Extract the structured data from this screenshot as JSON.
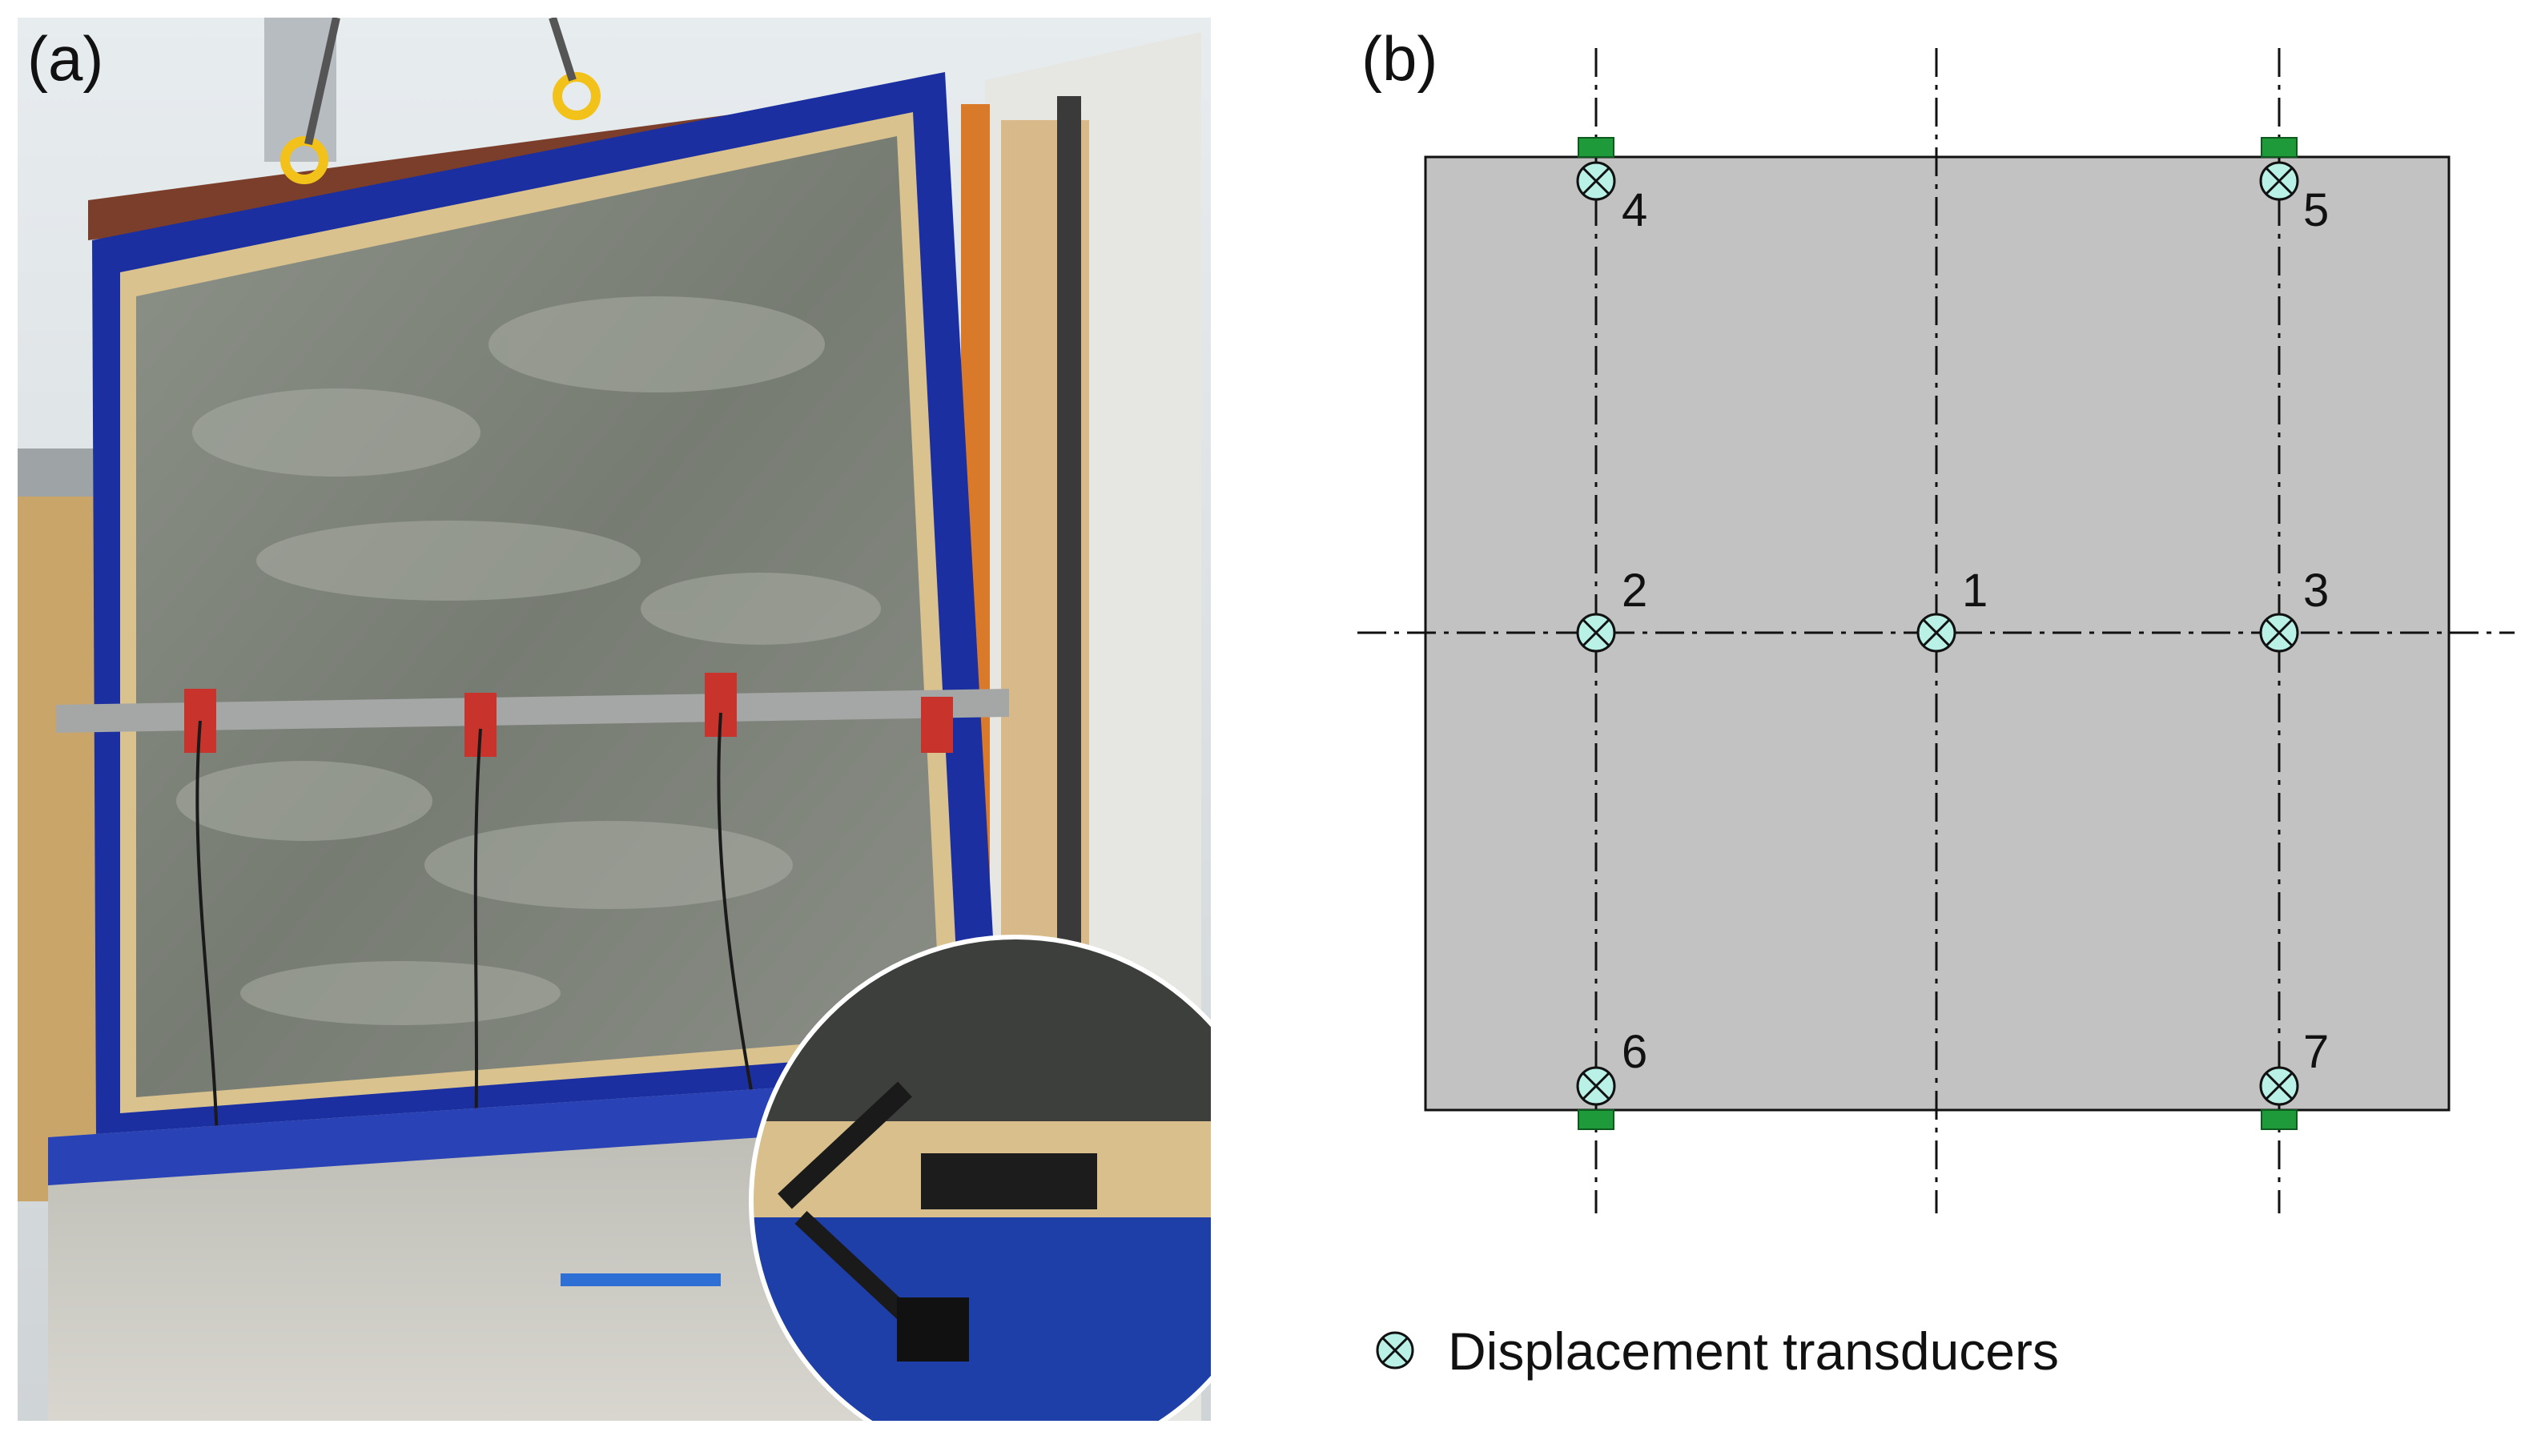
{
  "panel_a": {
    "label": "(a)"
  },
  "panel_b": {
    "label": "(b)",
    "transducers": [
      {
        "id": "1",
        "label": "1"
      },
      {
        "id": "2",
        "label": "2"
      },
      {
        "id": "3",
        "label": "3"
      },
      {
        "id": "4",
        "label": "4"
      },
      {
        "id": "5",
        "label": "5"
      },
      {
        "id": "6",
        "label": "6"
      },
      {
        "id": "7",
        "label": "7"
      }
    ],
    "legend": {
      "text": "Displacement transducers",
      "symbol": "crossed-circle-icon"
    }
  },
  "colors": {
    "plate_fill": "#c2c2c2",
    "transducer_fill": "#b9f1e6",
    "support_fill": "#1f9a3a",
    "frame_blue": "#1b2fa0",
    "panel_grey": "#7c8077"
  }
}
